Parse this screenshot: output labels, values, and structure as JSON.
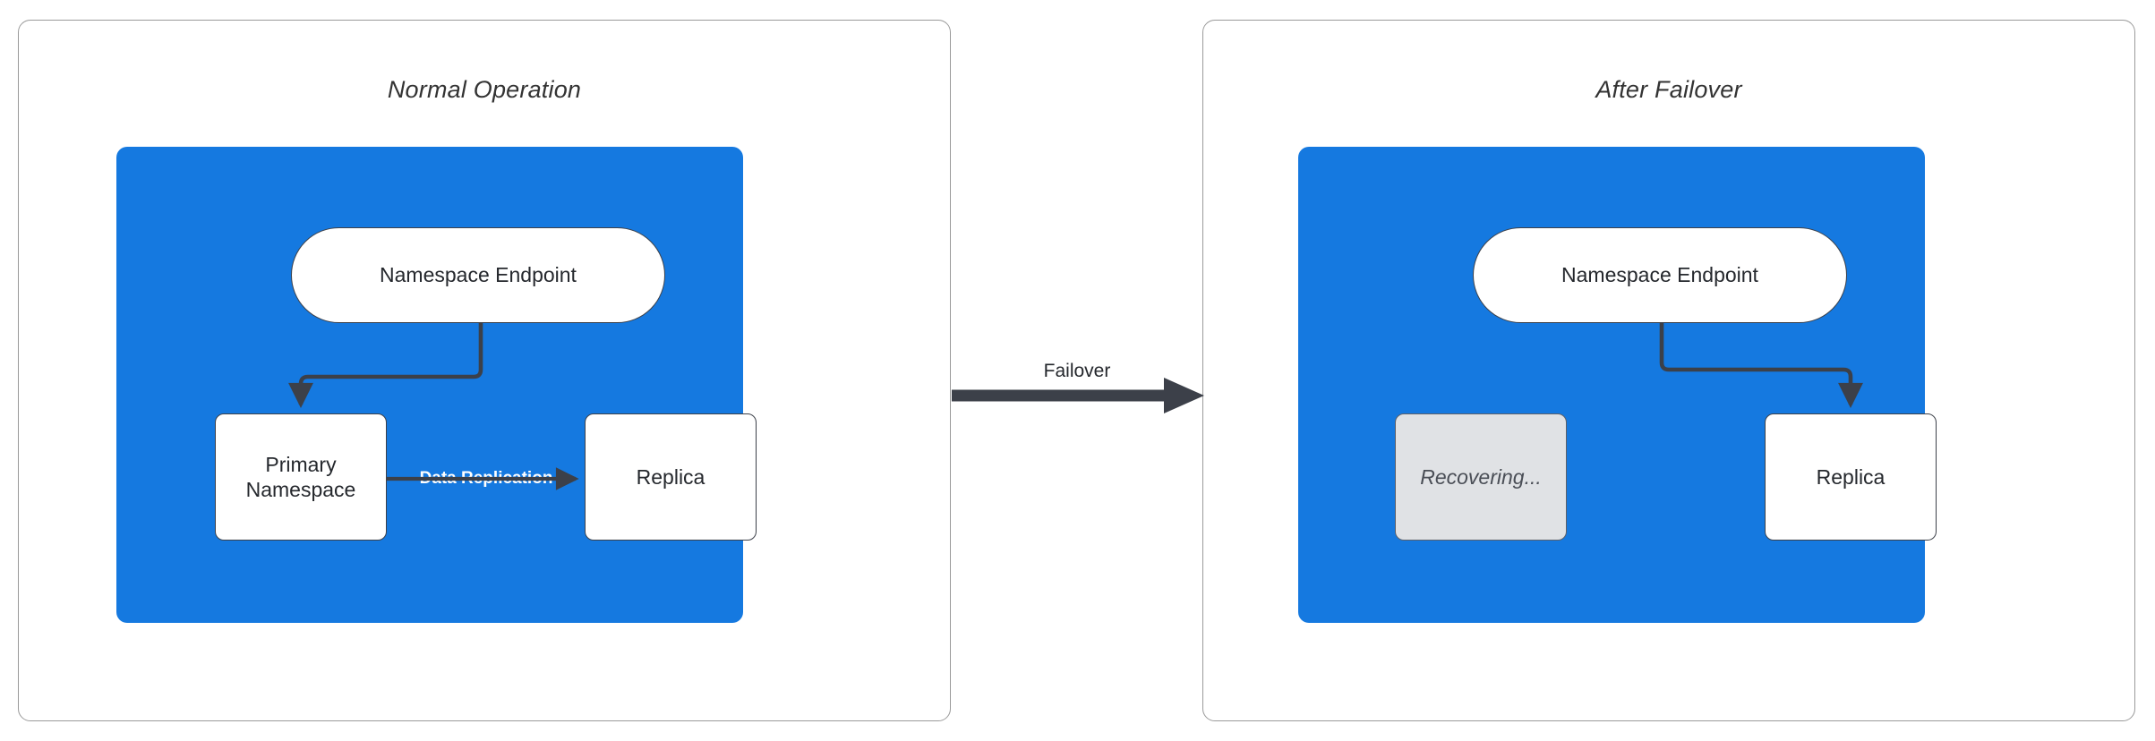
{
  "diagram": {
    "title_left": "Normal Operation",
    "title_right": "After Failover",
    "panels": [
      {
        "id": "normal-operation",
        "title": "Normal Operation",
        "nodes": [
          {
            "id": "endpoint",
            "label": "Namespace Endpoint",
            "shape": "pill",
            "state": "active"
          },
          {
            "id": "primary",
            "label": "Primary\nNamespace",
            "line1": "Primary",
            "line2": "Namespace",
            "shape": "box",
            "state": "active"
          },
          {
            "id": "replica",
            "label": "Replica",
            "shape": "box",
            "state": "active"
          }
        ],
        "edges": [
          {
            "from": "endpoint",
            "to": "primary",
            "label": ""
          },
          {
            "from": "primary",
            "to": "replica",
            "label": "Data Replication"
          }
        ]
      },
      {
        "id": "after-failover",
        "title": "After Failover",
        "nodes": [
          {
            "id": "endpoint",
            "label": "Namespace Endpoint",
            "shape": "pill",
            "state": "active"
          },
          {
            "id": "recovering",
            "label": "Recovering...",
            "shape": "box",
            "state": "recovering"
          },
          {
            "id": "replica",
            "label": "Replica",
            "shape": "box",
            "state": "active"
          }
        ],
        "edges": [
          {
            "from": "endpoint",
            "to": "replica",
            "label": ""
          }
        ]
      }
    ],
    "transition": {
      "label": "Failover",
      "direction": "left-to-right"
    },
    "colors": {
      "region_blue": "#1579e0",
      "node_fill": "#ffffff",
      "node_stroke": "#3c4049",
      "recovering_fill": "#e0e2e5",
      "recovering_text": "#4a4e56",
      "edge_stroke": "#3c4049",
      "transition_arrow": "#3c4049",
      "replication_label": "#ffffff",
      "panel_border": "#9a9a9a",
      "page_background": "#ffffff"
    }
  }
}
